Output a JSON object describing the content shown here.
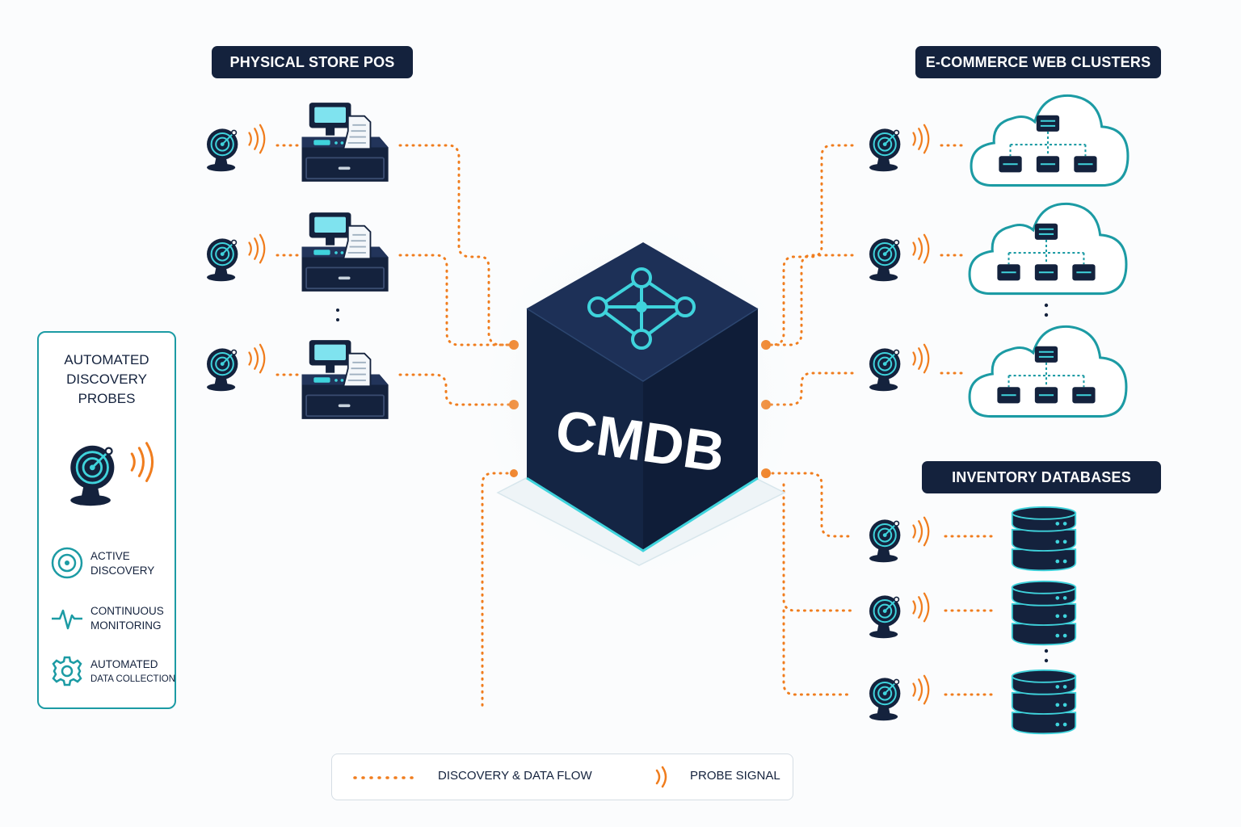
{
  "groups": {
    "pos": {
      "title": "PHYSICAL STORE POS"
    },
    "web": {
      "title": "E-COMMERCE WEB CLUSTERS"
    },
    "db": {
      "title": "INVENTORY DATABASES"
    }
  },
  "cmdb": {
    "label": "CMDB"
  },
  "probes_card": {
    "title": "AUTOMATED DISCOVERY PROBES",
    "features": [
      {
        "icon": "target-icon",
        "line1": "ACTIVE",
        "line2": "DISCOVERY"
      },
      {
        "icon": "pulse-icon",
        "line1": "CONTINUOUS",
        "line2": "MONITORING"
      },
      {
        "icon": "gear-icon",
        "line1": "AUTOMATED",
        "line2": "DATA COLLECTION"
      }
    ]
  },
  "legend": {
    "flow_label": "DISCOVERY & DATA FLOW",
    "signal_label": "PROBE SIGNAL"
  },
  "colors": {
    "navy": "#14223d",
    "teal": "#1c9ba4",
    "cyan": "#3fd3dc",
    "orange": "#f07d1e",
    "screen": "#7fe3ef"
  }
}
